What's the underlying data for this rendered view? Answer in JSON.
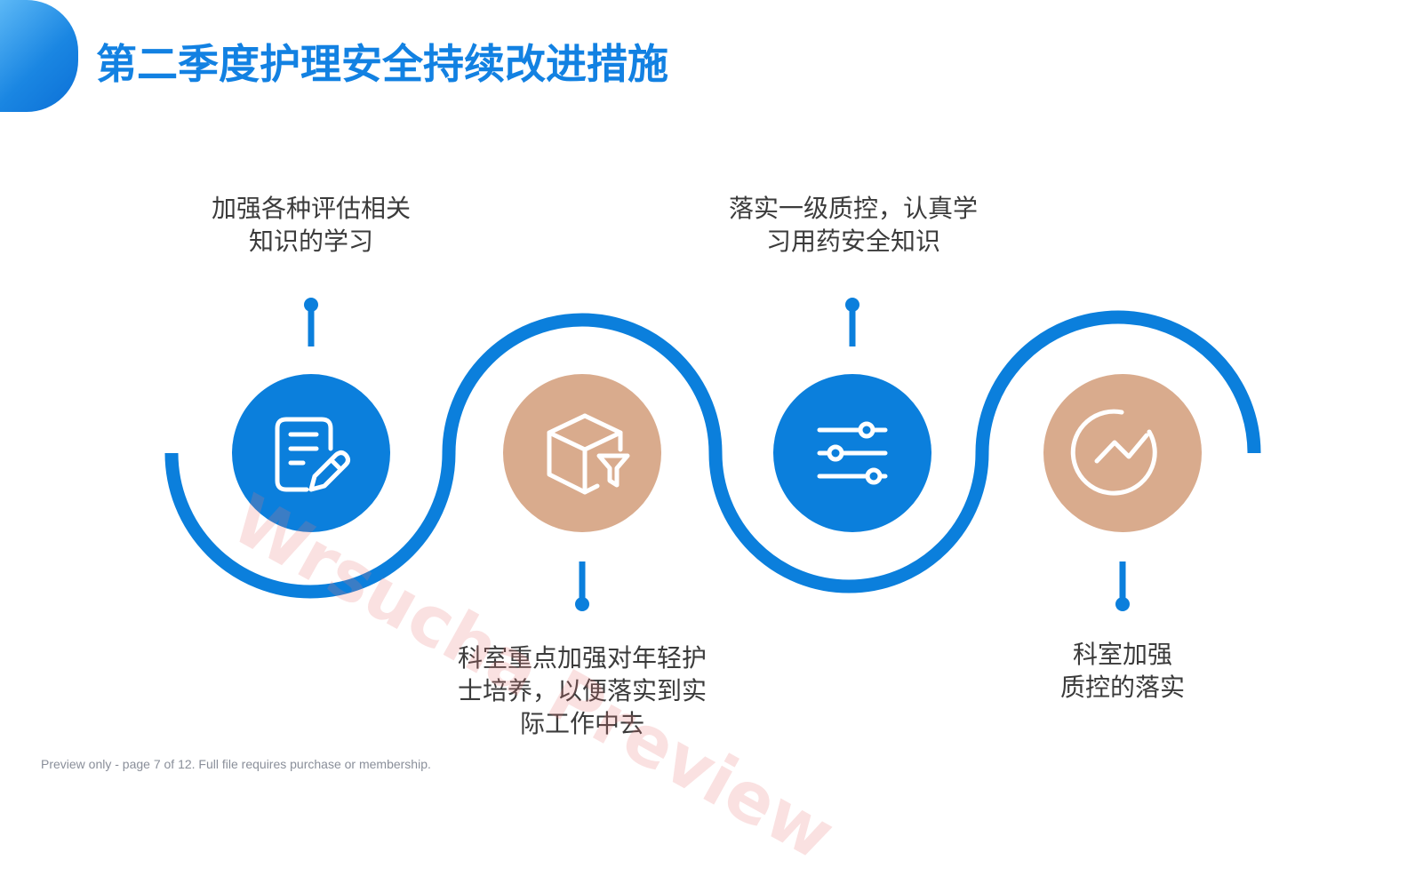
{
  "title": "第二季度护理安全持续改进措施",
  "colors": {
    "blue": "#0b7fdc",
    "tan": "#d9ab8d",
    "title_blue": "#1281e2",
    "text": "#3b3b3b"
  },
  "steps": [
    {
      "icon": "note-edit-icon",
      "color": "blue",
      "lines": [
        "加强各种评估相关",
        "知识的学习"
      ]
    },
    {
      "icon": "box-filter-icon",
      "color": "tan",
      "lines": [
        "科室重点加强对年轻护",
        "士培养，以便落实到实",
        "际工作中去"
      ]
    },
    {
      "icon": "sliders-icon",
      "color": "blue",
      "lines": [
        "落实一级质控，认真学",
        "习用药安全知识"
      ]
    },
    {
      "icon": "trend-chart-icon",
      "color": "tan",
      "lines": [
        "科室加强",
        "质控的落实"
      ]
    }
  ],
  "watermark": "Wrsucha Preview",
  "footer": "Preview only - page 7 of 12. Full file requires purchase or membership."
}
